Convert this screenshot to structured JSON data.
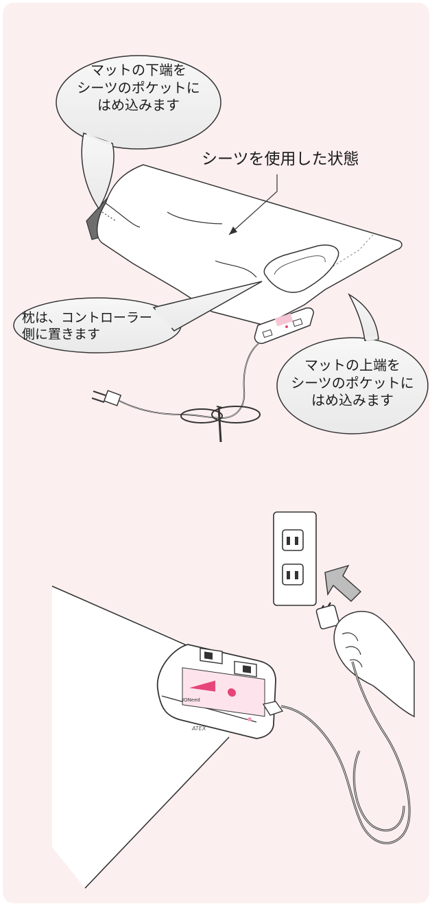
{
  "bubbles": {
    "mat_bottom_end": "マットの下端を\nシーツのポケットに\nはめ込みます",
    "pillow": "枕は、コントローラー\n側に置きます",
    "mat_top_end": "マットの上端を\nシーツのポケットに\nはめ込みます"
  },
  "caption": "シーツを使用した状態",
  "controller": {
    "brand": "ATEX",
    "display_label": "IONeed"
  },
  "colors": {
    "background": "#fcefef",
    "bubble": "#f3f3f3",
    "outline": "#333333",
    "accent_pink": "#e6457a",
    "arrow": "#bdbdbd"
  }
}
